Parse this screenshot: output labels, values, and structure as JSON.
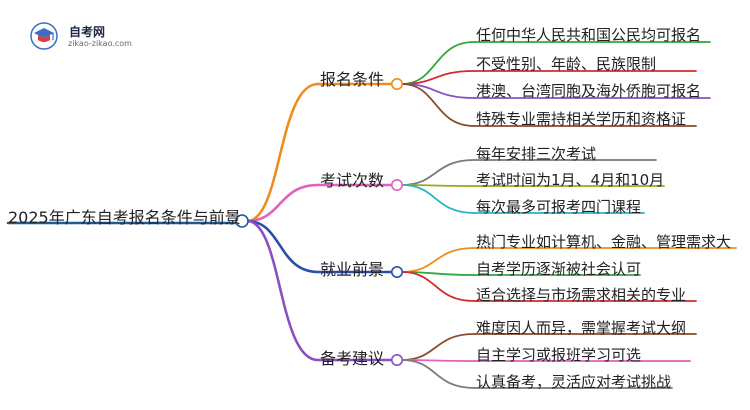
{
  "logo": {
    "title": "自考网",
    "subtitle": "zikao-zikao.com",
    "mark_icon": "graduation-cap-icon"
  },
  "root": {
    "label": "2025年广东自考报名条件与前景",
    "color": "#1e5a9a"
  },
  "branches": [
    {
      "label": "报名条件",
      "color": "#f08c1e",
      "items": [
        {
          "label": "任何中华人民共和国公民均可报名",
          "color": "#2eaa3c"
        },
        {
          "label": "不受性别、年龄、民族限制",
          "color": "#d42b2b"
        },
        {
          "label": "港澳、台湾同胞及海外侨胞可报名",
          "color": "#8b4fc4"
        },
        {
          "label": "特殊专业需持相关学历和资格证",
          "color": "#8b4a2c"
        }
      ]
    },
    {
      "label": "考试次数",
      "color": "#e35fc0",
      "items": [
        {
          "label": "每年安排三次考试",
          "color": "#7a7a7a"
        },
        {
          "label": "考试时间为1月、4月和10月",
          "color": "#9ea620"
        },
        {
          "label": "每次最多可报考四门课程",
          "color": "#22b5c8"
        }
      ]
    },
    {
      "label": "就业前景",
      "color": "#2a4fa8",
      "items": [
        {
          "label": "热门专业如计算机、金融、管理需求大",
          "color": "#f08c1e"
        },
        {
          "label": "自考学历逐渐被社会认可",
          "color": "#2eaa3c"
        },
        {
          "label": "适合选择与市场需求相关的专业",
          "color": "#d42b2b"
        }
      ]
    },
    {
      "label": "备考建议",
      "color": "#8b4fc4",
      "items": [
        {
          "label": "难度因人而异，需掌握考试大纲",
          "color": "#8b4a2c"
        },
        {
          "label": "自主学习或报班学习可选",
          "color": "#e35fc0"
        },
        {
          "label": "认真备考，灵活应对考试挑战",
          "color": "#7a7a7a"
        }
      ]
    }
  ]
}
